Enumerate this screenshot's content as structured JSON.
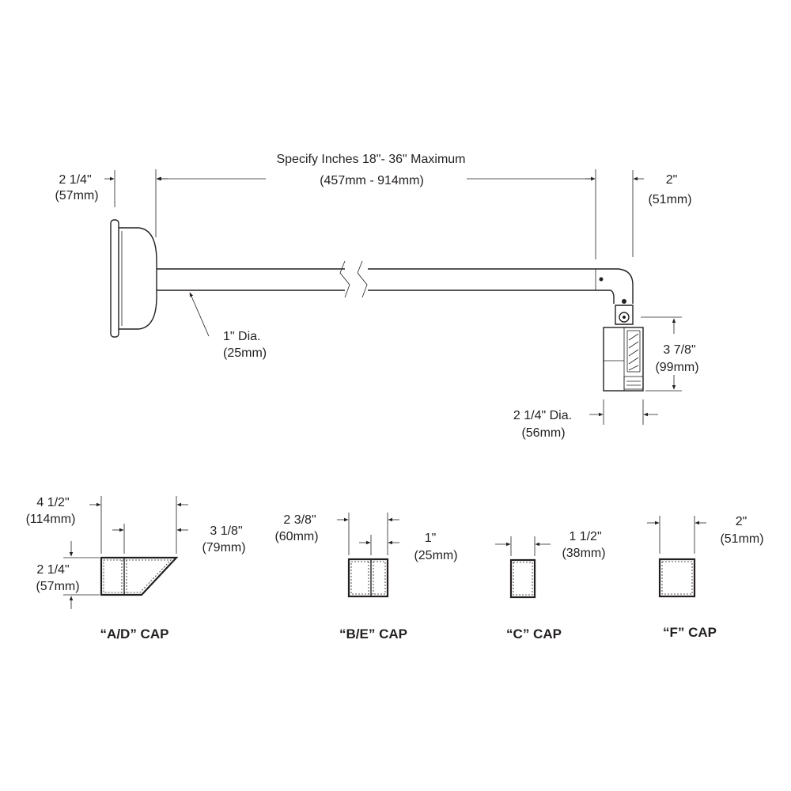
{
  "dimensions": {
    "span": {
      "line1": "Specify Inches 18\"- 36\" Maximum",
      "line2": "(457mm - 914mm)"
    },
    "backplate": {
      "line1": "2 1/4\"",
      "line2": "(57mm)"
    },
    "elbow": {
      "line1": "2\"",
      "line2": "(51mm)"
    },
    "arm": {
      "line1": "1\" Dia.",
      "line2": "(25mm)"
    },
    "fixture_height": {
      "line1": "3 7/8\"",
      "line2": "(99mm)"
    },
    "fixture_dia": {
      "line1": "2 1/4\" Dia.",
      "line2": "(56mm)"
    }
  },
  "caps": [
    {
      "label": "“A/D” CAP",
      "dim1": {
        "line1": "4 1/2\"",
        "line2": "(114mm)"
      },
      "dim2": {
        "line1": "3 1/8\"",
        "line2": "(79mm)"
      },
      "dim3": {
        "line1": "2 1/4\"",
        "line2": "(57mm)"
      }
    },
    {
      "label": "“B/E” CAP",
      "dim1": {
        "line1": "2 3/8\"",
        "line2": "(60mm)"
      },
      "dim2": {
        "line1": "1\"",
        "line2": "(25mm)"
      }
    },
    {
      "label": "“C” CAP",
      "dim1": {
        "line1": "1 1/2\"",
        "line2": "(38mm)"
      }
    },
    {
      "label": "“F” CAP",
      "dim1": {
        "line1": "2\"",
        "line2": "(51mm)"
      }
    }
  ]
}
